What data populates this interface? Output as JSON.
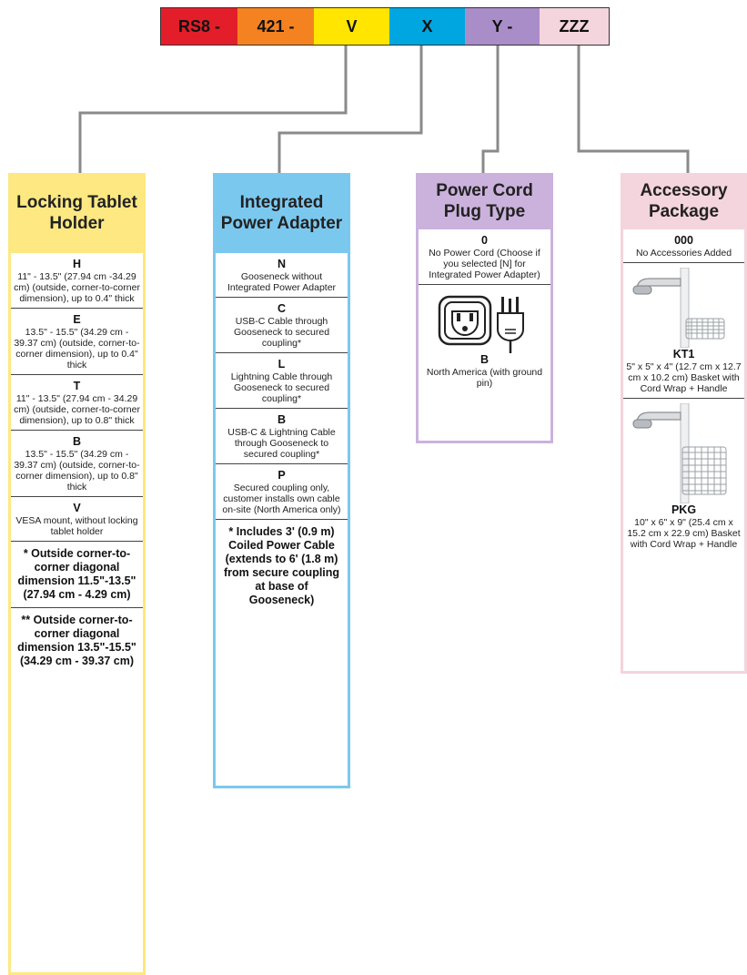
{
  "part_number": {
    "segments": [
      "RS8 -",
      "421 -",
      "V",
      "X",
      "Y -",
      "ZZZ"
    ],
    "colors": [
      "#e31e2a",
      "#f58220",
      "#ffe500",
      "#00a6e0",
      "#a98dc9",
      "#f4d4dd"
    ]
  },
  "columns": {
    "locking": {
      "title": "Locking Tablet Holder",
      "color": "#fde882",
      "options": [
        {
          "code": "H",
          "text": "11\" - 13.5\" (27.94 cm -34.29 cm) (outside, corner-to-corner dimension), up to 0.4\" thick"
        },
        {
          "code": "E",
          "text": "13.5\" - 15.5\" (34.29 cm - 39.37 cm) (outside, corner-to-corner dimension), up to 0.4\" thick"
        },
        {
          "code": "T",
          "text": "11\" - 13.5\" (27.94 cm - 34.29 cm) (outside, corner-to-corner dimension), up to 0.8\" thick"
        },
        {
          "code": "B",
          "text": "13.5\" - 15.5\" (34.29 cm - 39.37 cm) (outside, corner-to-corner dimension), up to 0.8\" thick"
        },
        {
          "code": "V",
          "text": "VESA mount, without locking tablet holder"
        }
      ],
      "notes": [
        "* Outside corner-to-corner diagonal dimension 11.5\"-13.5\" (27.94 cm - 4.29 cm)",
        "** Outside corner-to-corner diagonal dimension 13.5\"-15.5\" (34.29 cm - 39.37 cm)"
      ]
    },
    "power": {
      "title": "Integrated Power Adapter",
      "color": "#7bc8ef",
      "options": [
        {
          "code": "N",
          "text": "Gooseneck without Integrated Power Adapter"
        },
        {
          "code": "C",
          "text": "USB-C Cable through Gooseneck to secured coupling*"
        },
        {
          "code": "L",
          "text": "Lightning Cable through Gooseneck to secured coupling*"
        },
        {
          "code": "B",
          "text": "USB-C & Lightning Cable through Gooseneck to secured coupling*"
        },
        {
          "code": "P",
          "text": "Secured coupling only, customer installs own cable on-site (North America only)"
        }
      ],
      "notes": [
        "* Includes 3' (0.9 m) Coiled Power Cable (extends to 6' (1.8 m) from secure coupling at base of Gooseneck)"
      ]
    },
    "cord": {
      "title": "Power Cord Plug Type",
      "color": "#cbb2dd",
      "options": [
        {
          "code": "0",
          "text": "No Power Cord (Choose if you selected [N] for Integrated Power Adapter)"
        },
        {
          "code": "B",
          "text": "North America (with ground pin)",
          "icon": "outlet-plug-icon"
        }
      ]
    },
    "accessory": {
      "title": "Accessory Package",
      "color": "#f4d4dd",
      "options": [
        {
          "code": "000",
          "text": "No Accessories Added"
        },
        {
          "code": "KT1",
          "text": "5\" x 5\" x 4\" (12.7 cm x 12.7 cm x 10.2 cm) Basket with Cord Wrap + Handle",
          "icon": "small-basket-icon"
        },
        {
          "code": "PKG",
          "text": "10\" x 6\" x 9\" (25.4 cm x 15.2 cm x 22.9 cm) Basket with Cord Wrap + Handle",
          "icon": "large-basket-icon"
        }
      ]
    }
  }
}
